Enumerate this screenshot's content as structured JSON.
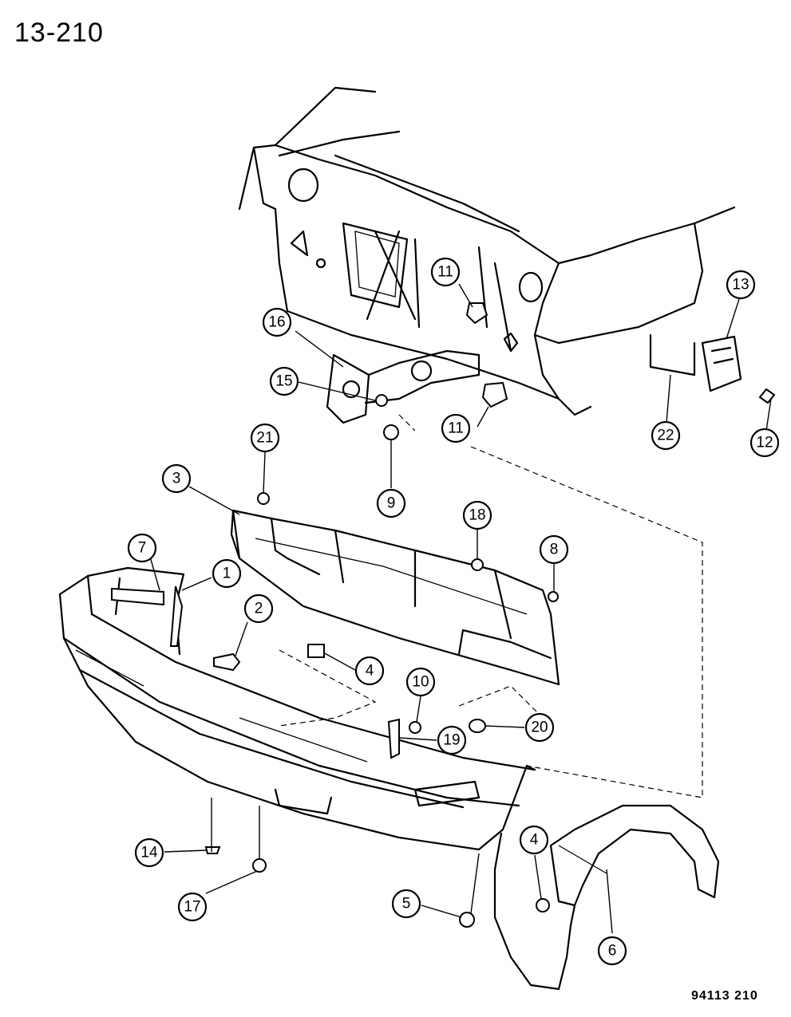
{
  "page_number": "13-210",
  "figure_code": "94113 210",
  "callouts": [
    {
      "label": "1"
    },
    {
      "label": "2"
    },
    {
      "label": "3"
    },
    {
      "label": "4"
    },
    {
      "label": "4"
    },
    {
      "label": "5"
    },
    {
      "label": "6"
    },
    {
      "label": "7"
    },
    {
      "label": "8"
    },
    {
      "label": "9"
    },
    {
      "label": "10"
    },
    {
      "label": "11"
    },
    {
      "label": "11"
    },
    {
      "label": "12"
    },
    {
      "label": "13"
    },
    {
      "label": "14"
    },
    {
      "label": "15"
    },
    {
      "label": "16"
    },
    {
      "label": "17"
    },
    {
      "label": "18"
    },
    {
      "label": "19"
    },
    {
      "label": "20"
    },
    {
      "label": "21"
    },
    {
      "label": "22"
    }
  ]
}
